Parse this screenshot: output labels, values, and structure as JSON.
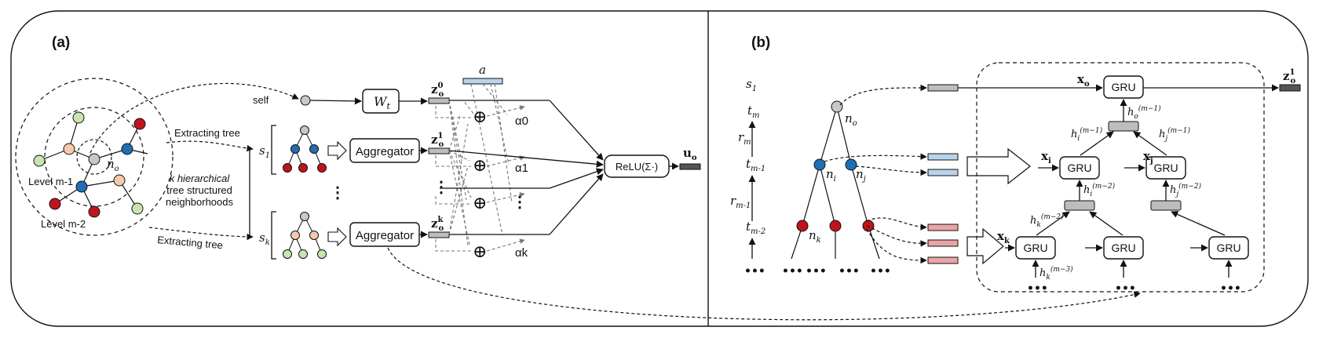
{
  "panel_a": {
    "label": "(a)",
    "self": "self",
    "wt": "W",
    "wt_sub": "t",
    "a": "a",
    "z": "z",
    "z_sub": "o",
    "z0_sup": "0",
    "z1_sup": "1",
    "zk_sup": "k",
    "aggregator": "Aggregator",
    "relu": "ReLU(Σ·)",
    "u": "u",
    "u_sub": "o",
    "alpha0": "α0",
    "alpha1": "α1",
    "alphak": "αk",
    "extract1": "Extracting tree",
    "extract2": "Extracting tree",
    "s1": "s",
    "s1_sub": "1",
    "sk": "s",
    "sk_sub": "k",
    "hier1": "k hierarchical",
    "hier2": "tree structured",
    "hier3": "neighborhoods",
    "level1": "Level m-1",
    "level2": "Level m-2",
    "no": "n",
    "no_sub": "o",
    "plus": "⊕",
    "vdots": "⋮"
  },
  "panel_b": {
    "label": "(b)",
    "s1": "s",
    "s1_sub": "1",
    "tm": "t",
    "tm_sub": "m",
    "rm": "r",
    "rm_sub": "m",
    "tm1": "t",
    "tm1_sub": "m-1",
    "rm1": "r",
    "rm1_sub": "m-1",
    "tm2": "t",
    "tm2_sub": "m-2",
    "no": "n",
    "no_sub": "o",
    "ni": "n",
    "ni_sub": "i",
    "nj": "n",
    "nj_sub": "j",
    "nk": "n",
    "nk_sub": "k",
    "gru": "GRU",
    "xo": "x",
    "xo_sub": "o",
    "xi": "x",
    "xi_sub": "i",
    "xj": "x",
    "xj_sub": "j",
    "xk": "x",
    "xk_sub": "k",
    "z1": "z",
    "z1_sub": "o",
    "z1_sup": "1",
    "h": "h",
    "h_o": "o",
    "h_i": "i",
    "h_j": "j",
    "h_k": "k",
    "m1": "(m−1)",
    "m2": "(m−2)",
    "m3": "(m−3)",
    "hat_m1": "(m−1)",
    "hat_m2": "(m−2)",
    "dots": "•••"
  },
  "colors": {
    "gray_node": "#c8c8c8",
    "blue_node": "#1f6fb4",
    "red_node": "#c0141c",
    "peach_node": "#f6c9ad",
    "green_node": "#c8e4b0",
    "blue_bar": "#b9d3ea",
    "red_bar": "#eaa4a6",
    "gray_bar": "#bdbdbd"
  }
}
